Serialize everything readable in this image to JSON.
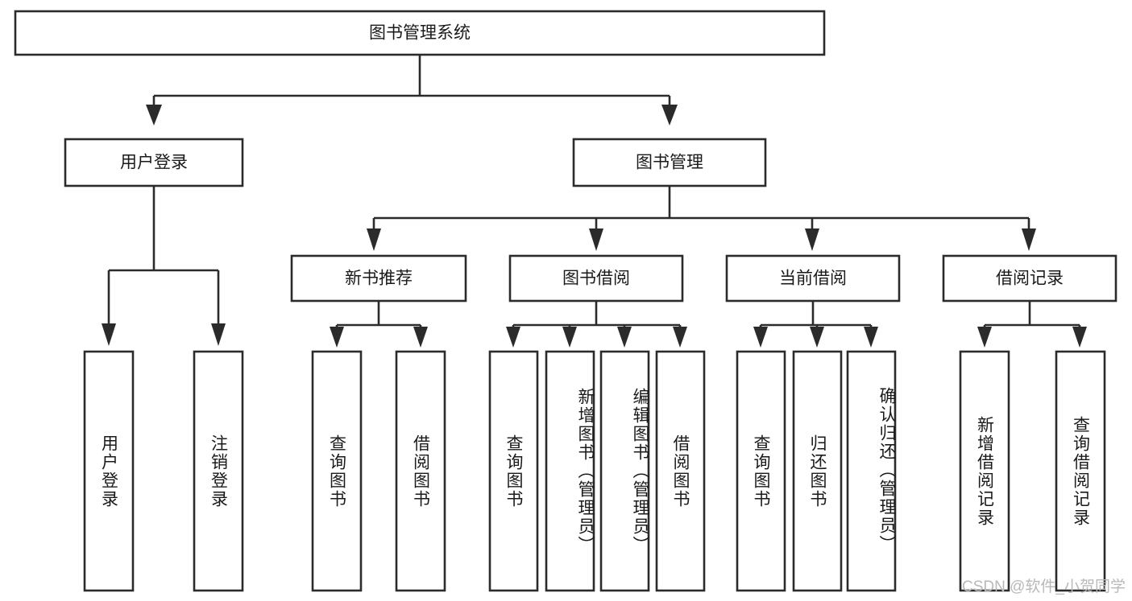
{
  "diagram": {
    "title": "图书管理系统",
    "type": "tree",
    "root": {
      "id": "root",
      "label": "图书管理系统",
      "level": 0
    },
    "level1": [
      {
        "id": "user-login",
        "label": "用户登录"
      },
      {
        "id": "book-management",
        "label": "图书管理"
      }
    ],
    "level2": [
      {
        "id": "new-book-recommend",
        "label": "新书推荐",
        "parent": "book-management"
      },
      {
        "id": "book-borrow",
        "label": "图书借阅",
        "parent": "book-management"
      },
      {
        "id": "current-borrow",
        "label": "当前借阅",
        "parent": "book-management"
      },
      {
        "id": "borrow-record",
        "label": "借阅记录",
        "parent": "book-management"
      }
    ],
    "leaves": [
      {
        "id": "leaf-user-login",
        "label": "用户登录",
        "parent": "user-login"
      },
      {
        "id": "leaf-logout",
        "label": "注销登录",
        "parent": "user-login"
      },
      {
        "id": "leaf-query-book-1",
        "label": "查询图书",
        "parent": "new-book-recommend"
      },
      {
        "id": "leaf-borrow-book-1",
        "label": "借阅图书",
        "parent": "new-book-recommend"
      },
      {
        "id": "leaf-query-book-2",
        "label": "查询图书",
        "parent": "book-borrow"
      },
      {
        "id": "leaf-add-book",
        "label": "新增图书（管理员）",
        "parent": "book-borrow"
      },
      {
        "id": "leaf-edit-book",
        "label": "编辑图书（管理员）",
        "parent": "book-borrow"
      },
      {
        "id": "leaf-borrow-book-2",
        "label": "借阅图书",
        "parent": "book-borrow"
      },
      {
        "id": "leaf-query-book-3",
        "label": "查询图书",
        "parent": "current-borrow"
      },
      {
        "id": "leaf-return-book",
        "label": "归还图书",
        "parent": "current-borrow"
      },
      {
        "id": "leaf-confirm-return",
        "label": "确认归还（管理员）",
        "parent": "current-borrow"
      },
      {
        "id": "leaf-add-record",
        "label": "新增借阅记录",
        "parent": "borrow-record"
      },
      {
        "id": "leaf-query-record",
        "label": "查询借阅记录",
        "parent": "borrow-record"
      }
    ],
    "colors": {
      "stroke": "#2b2b2b",
      "fill": "#ffffff",
      "text": "#1a1a1a",
      "watermark": "#b9b9b9"
    }
  },
  "watermark": {
    "text": "CSDN @软件_小贺同学"
  }
}
